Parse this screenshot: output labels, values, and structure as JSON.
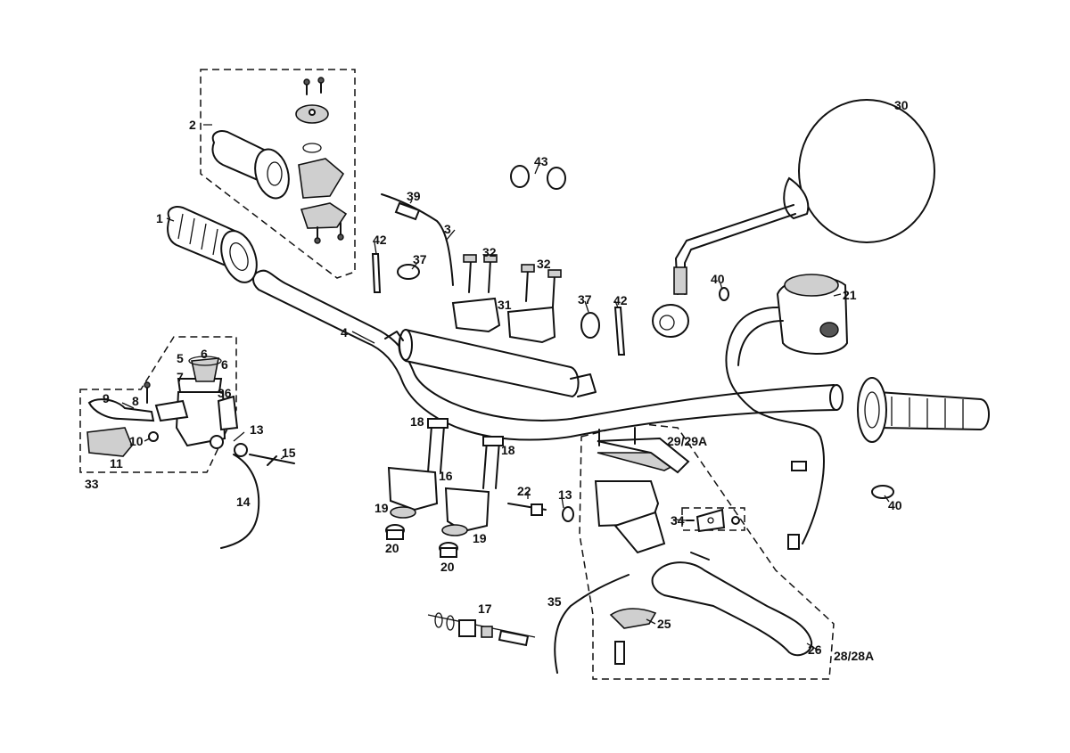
{
  "labels": {
    "l1": "1",
    "l2": "2",
    "l3": "3",
    "l4": "4",
    "l5": "5",
    "l6a": "6",
    "l6b": "6",
    "l7": "7",
    "l8": "8",
    "l9": "9",
    "l10": "10",
    "l11": "11",
    "l13a": "13",
    "l13b": "13",
    "l14": "14",
    "l15": "15",
    "l16": "16",
    "l17": "17",
    "l18a": "18",
    "l18b": "18",
    "l19a": "19",
    "l19b": "19",
    "l20a": "20",
    "l20b": "20",
    "l21": "21",
    "l22": "22",
    "l25": "25",
    "l26": "26",
    "l28": "28/28A",
    "l29": "29/29A",
    "l30": "30",
    "l31": "31",
    "l32a": "32",
    "l32b": "32",
    "l33": "33",
    "l34": "34",
    "l35": "35",
    "l36": "36",
    "l37a": "37",
    "l37b": "37",
    "l39": "39",
    "l40a": "40",
    "l40b": "40",
    "l42a": "42",
    "l42b": "42",
    "l43": "43"
  }
}
